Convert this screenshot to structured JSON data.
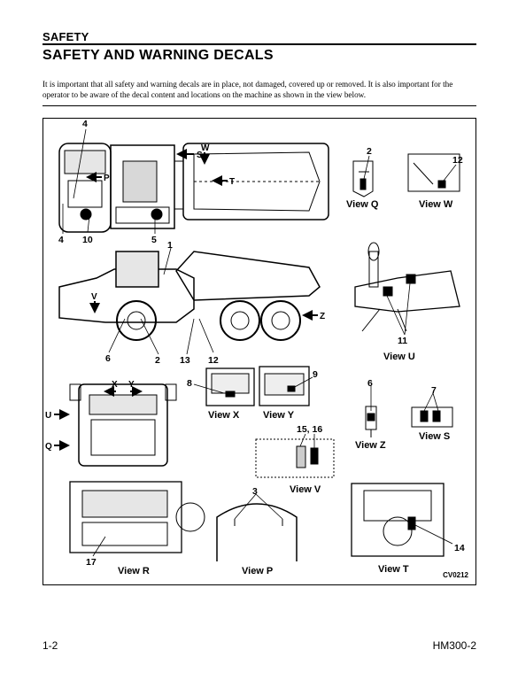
{
  "header": {
    "section": "SAFETY",
    "title": "SAFETY AND WARNING DECALS"
  },
  "intro": "It is important that all safety and warning decals are in place, not damaged, covered up or removed. It is also important for the operator to be aware of the decal content and locations on the machine as shown in the view below.",
  "figure": {
    "code": "CV0212",
    "views": {
      "q": "View Q",
      "w": "View W",
      "u": "View U",
      "x": "View X",
      "y": "View Y",
      "z": "View Z",
      "s": "View S",
      "v": "View V",
      "r": "View R",
      "p": "View P",
      "t": "View T"
    },
    "arrows": {
      "s": "S",
      "w": "W",
      "p": "P",
      "t": "T",
      "v": "V",
      "z": "Z",
      "x": "X",
      "y": "Y",
      "u": "U",
      "q": "Q"
    },
    "callouts": {
      "c4a": "4",
      "c4b": "4",
      "c10": "10",
      "c5": "5",
      "c1": "1",
      "c6": "6",
      "c2": "2",
      "c13": "13",
      "c12": "12",
      "c2q": "2",
      "c12w": "12",
      "c11": "11",
      "c8": "8",
      "c9": "9",
      "c6z": "6",
      "c7": "7",
      "c1516": "15, 16",
      "c3": "3",
      "c17": "17",
      "c14": "14"
    }
  },
  "footer": {
    "page": "1-2",
    "model": "HM300-2"
  }
}
